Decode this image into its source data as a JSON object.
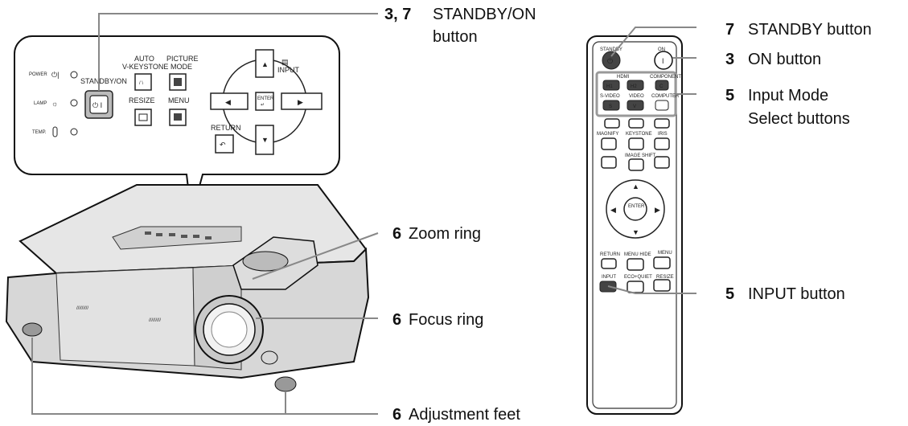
{
  "callouts": {
    "standby_on": {
      "num": "3, 7",
      "text_line1": "STANDBY/ON",
      "text_line2": "button"
    },
    "zoom_ring": {
      "num": "6",
      "text": "Zoom ring"
    },
    "focus_ring": {
      "num": "6",
      "text": "Focus ring"
    },
    "adjustment_feet": {
      "num": "6",
      "text": "Adjustment feet"
    },
    "standby_button": {
      "num": "7",
      "text": "STANDBY button"
    },
    "on_button": {
      "num": "3",
      "text": "ON button"
    },
    "input_mode": {
      "num": "5",
      "text_line1": "Input Mode",
      "text_line2": "Select buttons"
    },
    "input_button": {
      "num": "5",
      "text": "INPUT button"
    }
  },
  "panel": {
    "power": "POWER",
    "lamp": "LAMP",
    "temp": "TEMP.",
    "standby_on": "STANDBY/ON",
    "auto": "AUTO",
    "keystone": "V-KEYSTONE",
    "picture": "PICTURE",
    "mode": "MODE",
    "resize": "RESIZE",
    "menu": "MENU",
    "input": "INPUT",
    "return": "RETURN",
    "enter": "ENTER"
  },
  "remote": {
    "standby": "STANDBY",
    "on": "ON",
    "hdmi": "HDMI",
    "component": "COMPONENT",
    "svideo": "S-VIDEO",
    "video": "VIDEO",
    "computer": "COMPUTER",
    "h1": "H1",
    "h2": "H2",
    "c": "C",
    "s": "S",
    "v": "V",
    "magnify": "MAGNIFY",
    "keystone": "KEYSTONE",
    "iris": "IRIS",
    "image_shift": "IMAGE SHIFT",
    "enter": "ENTER",
    "return": "RETURN",
    "menu_hide": "MENU HIDE",
    "menu": "MENU",
    "input": "INPUT",
    "eco_quiet": "ECO+QUIET",
    "resize": "RESIZE"
  }
}
